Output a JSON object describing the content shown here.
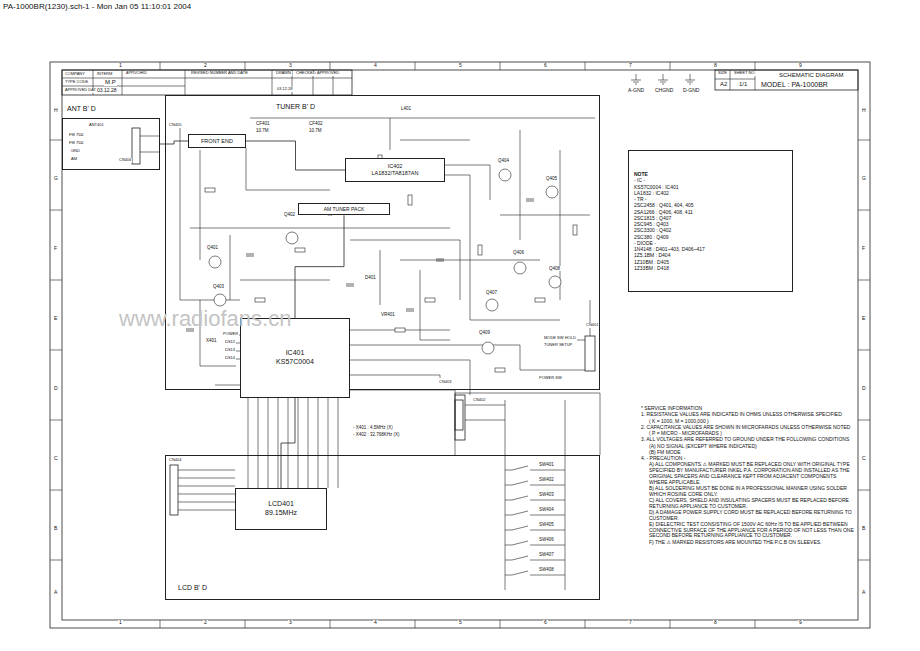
{
  "diagram": {
    "title": "SCHEMATIC DIAGRAM",
    "nodes": [
      {
        "text": [
          "ANT B' D"
        ]
      },
      {
        "text": [
          "TUNER B' D"
        ]
      },
      {
        "text": [
          "FRONT END"
        ],
        "in": 1
      },
      {
        "text": [
          "IC402",
          "LA1832/TA8187AN"
        ],
        "in": 1
      },
      {
        "text": [
          "AM TUNER PACK"
        ],
        "in": 1
      },
      {
        "text": [
          "IC401",
          "KS57C0004"
        ],
        "in": 1
      },
      {
        "text": [
          "LCD B' D"
        ]
      },
      {
        "text": [
          "LCD401",
          "89.15MHz"
        ],
        "in": 6
      },
      {
        "text": [
          "NOTE",
          "- IC -",
          "KS57C0004 : IC401",
          "LA1832 : IC402",
          "- TR -",
          "2SC2458 : Q401, 404, 405",
          "2SA1266 : Q406, 408, 411",
          "2SC1815 : Q407",
          "2SC945 : Q403",
          "2SC3300 : Q402",
          "2SC380 : Q409",
          "- DIODE -",
          "1N4148 : D401~403, D406~417",
          "1Z5.1BM : D404",
          "1Z10BM : D405",
          "1Z33BM : D418"
        ]
      }
    ],
    "edges": [
      {
        "from": 0,
        "to": 2,
        "arrow": "none"
      },
      {
        "from": 2,
        "to": 3,
        "arrow": "none"
      },
      {
        "from": 4,
        "to": 5,
        "arrow": "none"
      },
      {
        "from": 5,
        "to": 7,
        "arrow": "none"
      }
    ],
    "labels": [
      "PA-1000BR(1230).sch-1 - Mon Jan 05 11:10:01 2004",
      "1",
      "2",
      "3",
      "4",
      "5",
      "6",
      "7",
      "8",
      "9",
      "1",
      "2",
      "3",
      "4",
      "5",
      "6",
      "7",
      "8",
      "9",
      "H",
      "G",
      "F",
      "E",
      "D",
      "C",
      "B",
      "A",
      "H",
      "G",
      "F",
      "E",
      "D",
      "C",
      "B",
      "A",
      "COMPANY",
      "INTERM",
      "TYPE CODE",
      "M.P",
      "APPROVED DATE",
      "03.12.28",
      "APPD/CHKD",
      "REVISED NUMBER AND DATE",
      "DRAWN",
      "CHECKED",
      "APPROVED",
      "03.12.28",
      "A-GND",
      "CHGND",
      "D-GND",
      "SIZE",
      "SHEET NO.",
      "SCHEMATIC DIAGRAM",
      "A2",
      "1/1",
      "MODEL : PA-1000BR",
      "www.radiofans.cn",
      "ANT401",
      "FM 75Ω",
      "FM 75Ω",
      "GND",
      "AM",
      "CN406",
      "CN405",
      "CF401",
      "10.7M",
      "CF402",
      "10.7M",
      "L401",
      "Q401",
      "Q402",
      "Q403",
      "Q404",
      "Q405",
      "Q406",
      "Q407",
      "Q408",
      "Q409",
      "VR401",
      "D401",
      "X401",
      "MODE SW HOLD",
      "TUNER SETUP",
      "POWER SW",
      "CN401",
      "CN403",
      "CN402",
      "POWER",
      "DS12",
      "DS13",
      "DS14",
      "- X401 : 4.5MHz (X)",
      "- X402 : 32.768KHz (X)",
      "CN404",
      "SW401",
      "SW402",
      "SW403",
      "SW404",
      "SW405",
      "SW406",
      "SW407",
      "SW408",
      "* SERVICE INFORMATION",
      "1. RESISTANCE VALUES ARE INDICATED IN OHMS UNLESS OTHERWISE SPECIFIED",
      "( K = 1000, M = 1000,000 )",
      "2. CAPACITANCE VALUES ARE SHOWN IN MICROFARADS UNLESS OTHERWISE NOTED",
      "( P = MICRO - MICROFARADS )",
      "3. ALL VOLTAGES ARE REFERRED TO GROUND UNDER THE FOLLOWING CONDITIONS",
      "(A) NO SIGNAL (EXCEPT WHERE INDICATED)",
      "(B) FM MODE",
      "4. - PRECAUTION -",
      "A) ALL COMPONENTS ⚠ MARKED MUST BE REPLACED ONLY WITH ORIGINAL TYPE SPECIFIED BY MANUFACTURER INKEL P.A. CORPORATION AND INSTALLED AS THE ORIGINAL SPACERS AND CLEARANCE KEPT FROM ADJACENT COMPONENTS WHERE APPLICABLE.",
      "B) ALL SOLDERING MUST BE DONE IN A PROFESSIONAL MANNER USING SOLDER WHICH ROSINE CORE ONLY.",
      "C) ALL COVERS, SHIELD AND INSULATING SPACERS MUST BE REPLACED BEFORE RETURNING APPLIANCE TO CUSTOMER.",
      "D) A DAMAGE POWER SUPPLY CORD MUST BE REPLACED BEFORE RETURNING TO CUSTOMER.",
      "E) DIELECTRIC TEST CONSISTING OF 1500V AC 60Hz IS TO BE APPLIED BETWEEN CONNECTIVE SURFACE OF THE APPLIANCE FOR A PERIOD OF NOT LESS THAN ONE SECOND BEFORE RETURNING APPLIANCE TO CUSTOMER.",
      "F) THE ⚠ MARKED RESISTORS ARE MOUNTED THE P.C.B ON SLEEVES."
    ]
  }
}
